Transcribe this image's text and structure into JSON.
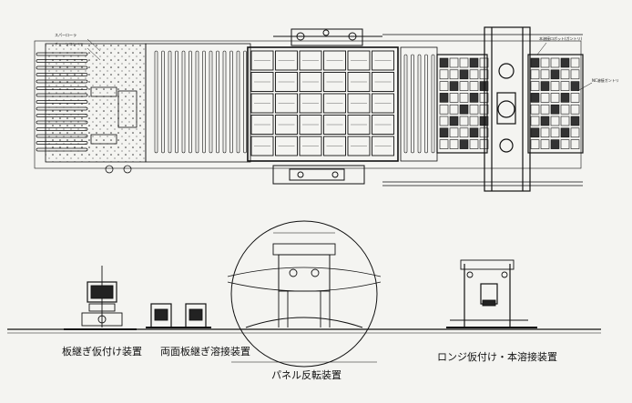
{
  "plan_view": {
    "labels": {
      "conveyor_a": "スパーローラ",
      "conveyor_b": "チェーンコンベヤ",
      "right_label_a": "本溶接ロボット(ガントリ)",
      "right_label_b": "NC溶接ガントリ"
    }
  },
  "elevation": {
    "captions": {
      "station_1": "板継ぎ仮付け装置",
      "station_2": "両面板継ぎ溶接装置",
      "station_3": "パネル反転装置",
      "station_4": "ロンジ仮付け・本溶接装置"
    }
  },
  "colors": {
    "ink": "#111111",
    "paper": "#f4f4f1",
    "gray": "#6a6a6a"
  }
}
